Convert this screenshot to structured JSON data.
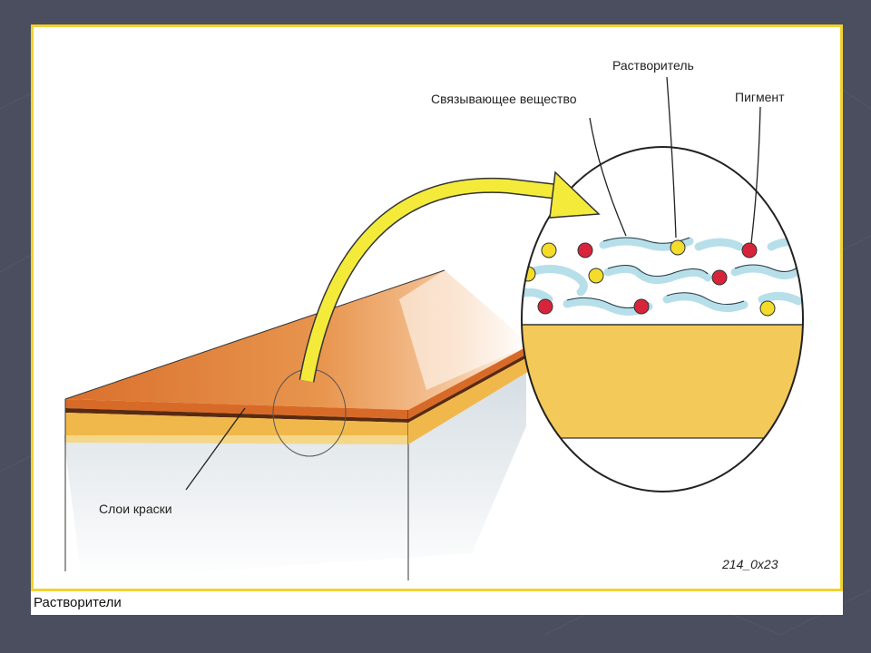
{
  "labels": {
    "solvent": "Растворитель",
    "binder": "Связывающее вещество",
    "pigment": "Пигмент",
    "paint_layers": "Слои краски"
  },
  "figure_code": "214_0x23",
  "caption": "Растворители",
  "colors": {
    "background": "#4a4e5e",
    "frame_border": "#f2d230",
    "orange_paint": "#e0803a",
    "yellow_layer": "#f5cf60",
    "binder_blue": "#bfe3ee",
    "pigment_red": "#d8243a",
    "solvent_yellow": "#f3dc2a",
    "arrow_yellow": "#f4ea3a"
  }
}
